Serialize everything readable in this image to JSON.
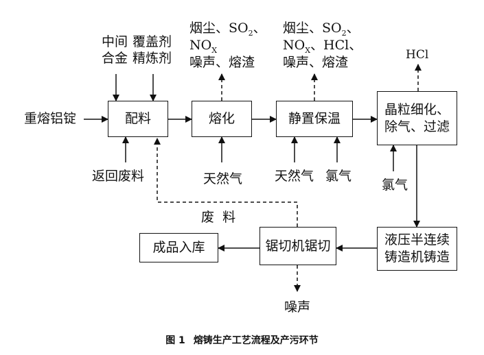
{
  "boxes": {
    "mixing": "配料",
    "melting": "熔化",
    "holding": "静置保温",
    "refining": [
      "晶粒细化、",
      "除气、过滤"
    ],
    "casting": [
      "液压半连续",
      "铸造机铸造"
    ],
    "sawing": "锯切机锯切",
    "storage": "成品入库"
  },
  "inputs": {
    "ingot": "重熔铝锭",
    "master_alloy": [
      "中间",
      "合金"
    ],
    "flux": [
      "覆盖剂",
      "精炼剂"
    ],
    "return_scrap": "返回废料",
    "gas1": "天然气",
    "gas2": "天然气",
    "chlorine1": "氯气",
    "chlorine2": "氯气"
  },
  "emissions": {
    "melting": {
      "line1a": "烟尘、SO",
      "line1sub": "2",
      "line1b": "、",
      "line2a": "NO",
      "line2sub": "X",
      "line3": "噪声、熔渣"
    },
    "holding": {
      "line1a": "烟尘、SO",
      "line1sub": "2",
      "line1b": "、",
      "line2a": "NO",
      "line2sub": "X",
      "line2b": "、HCl、",
      "line3": "噪声、熔渣"
    },
    "refining": "HCl",
    "sawing": "噪声"
  },
  "scrap_label": "废  料",
  "caption": {
    "number": "图 1",
    "title": "熔铸生产工艺流程及产污环节"
  }
}
